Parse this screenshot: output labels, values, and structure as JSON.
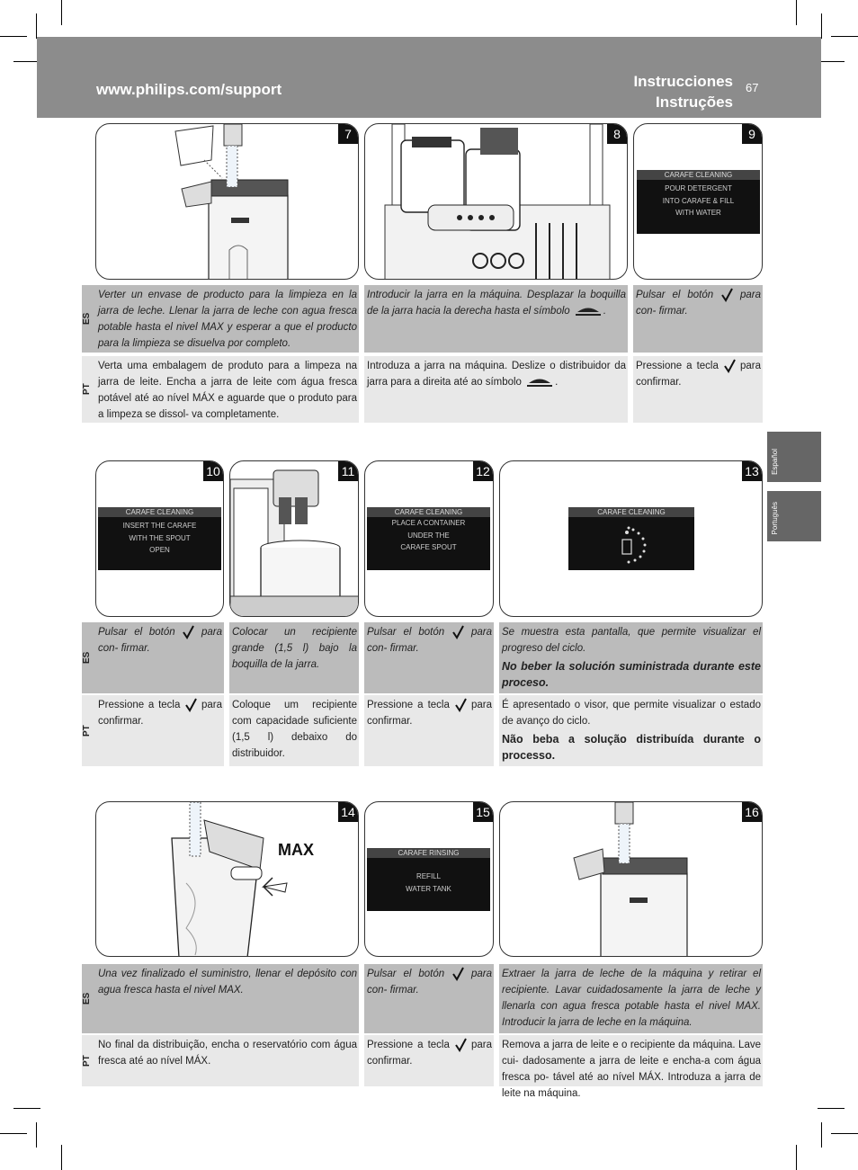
{
  "header": {
    "url": "www.philips.com/support",
    "title_es": "Instrucciones",
    "title_pt": "Instruções",
    "page_number": "67"
  },
  "side_tabs": [
    "Español",
    "Português"
  ],
  "lang_labels": {
    "es": "ES",
    "pt": "PT"
  },
  "steps": {
    "s7": {
      "num": "7"
    },
    "s8": {
      "num": "8"
    },
    "s9": {
      "num": "9",
      "screen_title": "CARAFE CLEANING",
      "screen_lines": [
        "POUR DETERGENT",
        "INTO CARAFE & FILL",
        "WITH WATER"
      ]
    },
    "s10": {
      "num": "10",
      "screen_title": "CARAFE CLEANING",
      "screen_lines": [
        "INSERT THE CARAFE",
        "WITH THE SPOUT",
        "OPEN"
      ]
    },
    "s11": {
      "num": "11"
    },
    "s12": {
      "num": "12",
      "screen_title": "CARAFE CLEANING",
      "screen_lines": [
        "PLACE A CONTAINER",
        "UNDER THE",
        "CARAFE SPOUT"
      ]
    },
    "s13": {
      "num": "13",
      "screen_title": "CARAFE CLEANING"
    },
    "s14": {
      "num": "14",
      "max_label": "MAX"
    },
    "s15": {
      "num": "15",
      "screen_title": "CARAFE RINSING",
      "screen_lines": [
        "REFILL",
        "WATER TANK"
      ]
    },
    "s16": {
      "num": "16"
    }
  },
  "text": {
    "es7": "Verter un envase de producto para la limpieza en la jarra de leche. Llenar la jarra de leche con agua fresca potable hasta el nivel MAX y esperar a que el producto para la limpieza se disuelva por completo.",
    "pt7": "Verta uma embalagem de produto para a limpeza na jarra de leite. Encha a jarra de leite com água fresca potável até ao nível MÁX e aguarde que o produto para a limpeza se dissol- va completamente.",
    "es8": "Introducir la jarra en la máquina. Desplazar la boquilla de la jarra hacia la derecha hasta el símbolo",
    "pt8": "Introduza a jarra na máquina. Deslize o distribuidor da jarra para a direita até ao símbolo",
    "es_press_a": "Pulsar el botón",
    "es_press_b": "para con- firmar.",
    "pt_press_a": "Pressione a tecla",
    "pt_press_b": "para confirmar.",
    "es11": "Colocar un recipiente grande (1,5 l) bajo la boquilla de la jarra.",
    "pt11": "Coloque um recipiente com capacidade suficiente (1,5 l) debaixo do distribuidor.",
    "es13": "Se muestra esta pantalla, que permite visualizar el progreso del ciclo.",
    "es13_bold": "No beber la solución suministrada durante este proceso.",
    "pt13": "É apresentado o visor, que permite visualizar o estado de avanço do ciclo.",
    "pt13_bold": "Não beba a solução distribuída durante o processo.",
    "es14": "Una vez finalizado el suministro, llenar el depósito con agua fresca hasta el nivel MAX.",
    "pt14": "No final da distribuição, encha o reservatório com água fresca até ao nível MÁX.",
    "es16": "Extraer la jarra de leche de la máquina y retirar el recipiente. Lavar cuidadosamente la jarra de leche y llenarla con agua fresca potable hasta el nivel MAX. Introducir la jarra de leche en la máquina.",
    "pt16": "Remova a jarra de leite e o recipiente da máquina. Lave cui- dadosamente a jarra de leite e encha-a com água fresca po- tável até ao nível MÁX. Introduza a jarra de leite na máquina."
  }
}
